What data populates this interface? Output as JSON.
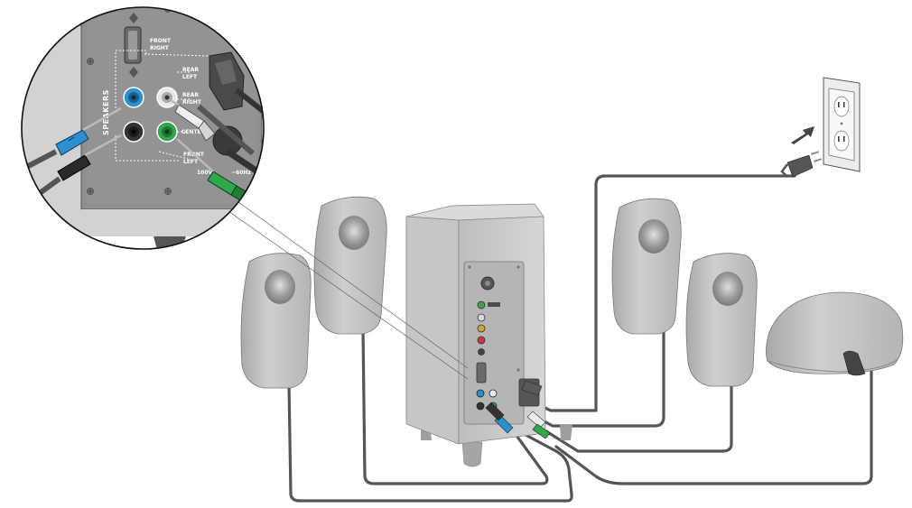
{
  "inset": {
    "side_label": "SPEAKERS",
    "port_labels": {
      "front_right": [
        "FRONT",
        "RIGHT"
      ],
      "rear_left": [
        "REAR",
        "LEFT"
      ],
      "rear_right": [
        "REAR",
        "RIGHT"
      ],
      "center": [
        "CENTER"
      ],
      "front_left": [
        "FRONT",
        "LEFT"
      ]
    },
    "voltage": "100V",
    "frequency": "~60Hz"
  },
  "colors": {
    "speaker_body": "#c4c4c4",
    "panel": "#8f8f8f",
    "jack_blue": "#2b8fd0",
    "jack_green": "#2fa84a",
    "jack_white": "#f0f0f0",
    "jack_black": "#2a2a2a",
    "cable": "#555555"
  },
  "icons": [
    "power-outlet-icon",
    "arrow-icon",
    "power-plug-icon"
  ]
}
